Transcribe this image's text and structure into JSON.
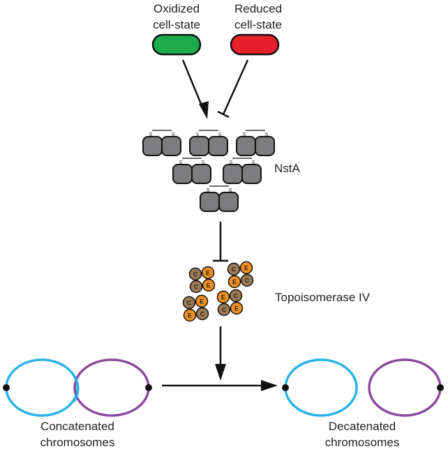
{
  "states": {
    "oxidized": {
      "line1": "Oxidized",
      "line2": "cell-state",
      "color": "#1faa4b"
    },
    "reduced": {
      "line1": "Reduced",
      "line2": "cell-state",
      "color": "#e8202a"
    }
  },
  "nsta": {
    "label": "NstA",
    "disulfide_letter": "S",
    "color": "#7d7d7f"
  },
  "topo": {
    "label": "Topoisomerase IV",
    "letter_c": "C",
    "letter_e": "E",
    "color_c": "#9e7a55",
    "color_e": "#f19021"
  },
  "chromosomes": {
    "concatenated_line1": "Concatenated",
    "concatenated_line2": "chromosomes",
    "decatenated_line1": "Decatenated",
    "decatenated_line2": "chromosomes",
    "color_a": "#2bb3e8",
    "color_b": "#8b4b9b"
  }
}
